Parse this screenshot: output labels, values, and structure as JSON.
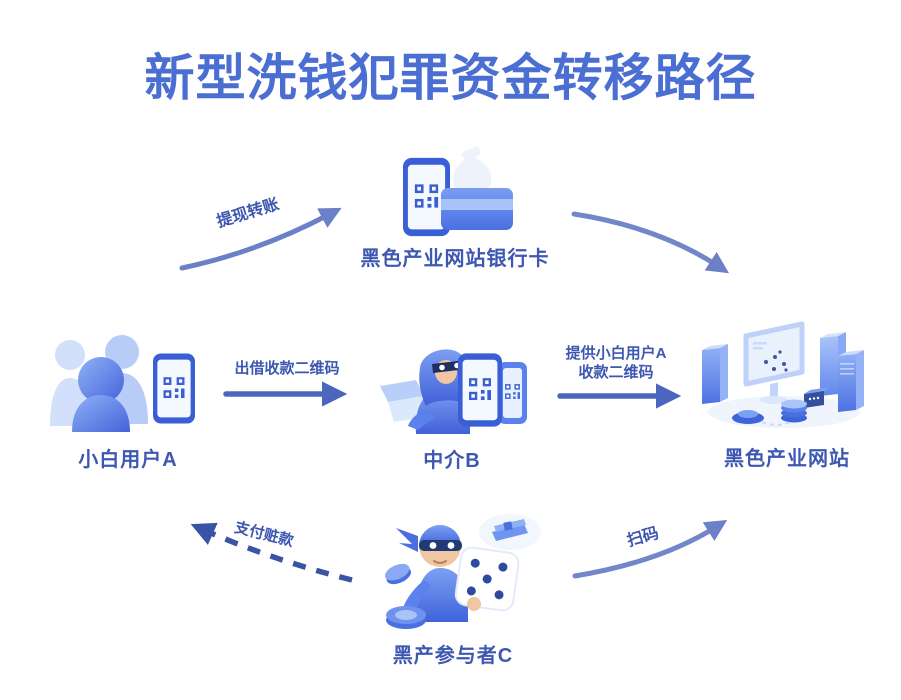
{
  "title": "新型洗钱犯罪资金转移路径",
  "nodes": {
    "bank_card": {
      "label": "黑色产业网站银行卡",
      "icon": "phone-bankcard-icon"
    },
    "user_a": {
      "label": "小白用户A",
      "icon": "user-group-phone-icon"
    },
    "broker_b": {
      "label": "中介B",
      "icon": "masked-broker-phones-icon"
    },
    "black_website": {
      "label": "黑色产业网站",
      "icon": "website-servers-icon"
    },
    "participant_c": {
      "label": "黑产参与者C",
      "icon": "masked-gambler-dice-icon"
    }
  },
  "arrows": {
    "withdraw_transfer": {
      "label": "提现转账",
      "from": "小白用户A",
      "to": "黑色产业网站银行卡",
      "style": "solid-curved"
    },
    "card_to_website": {
      "from": "黑色产业网站银行卡",
      "to": "黑色产业网站",
      "style": "solid-curved"
    },
    "lend_qr": {
      "label": "出借收款二维码",
      "from": "小白用户A",
      "to": "中介B",
      "style": "solid-straight"
    },
    "provide_qr": {
      "label_line1": "提供小白用户A",
      "label_line2": "收款二维码",
      "from": "中介B",
      "to": "黑色产业网站",
      "style": "solid-straight"
    },
    "pay_stolen_money": {
      "label": "支付赃款",
      "from": "黑产参与者C",
      "to": "小白用户A",
      "style": "dashed-curved"
    },
    "scan_qr": {
      "label": "扫码",
      "from": "黑产参与者C",
      "to": "黑色产业网站",
      "style": "solid-curved"
    }
  },
  "colors": {
    "background": "#ffffff",
    "title": "#4a6ed2",
    "node_label": "#3e58b2",
    "arrow_label": "#3d57b0",
    "arrow_curved": "#6b80c6",
    "arrow_straight": "#4b66bd",
    "arrow_dashed": "#3a54a5",
    "icon_blue_dark": "#3a5ed6",
    "icon_blue_mid": "#5b82ec",
    "icon_blue_light": "#c9dcfa",
    "skin": "#f1c6a2",
    "mask_navy": "#223a72"
  }
}
